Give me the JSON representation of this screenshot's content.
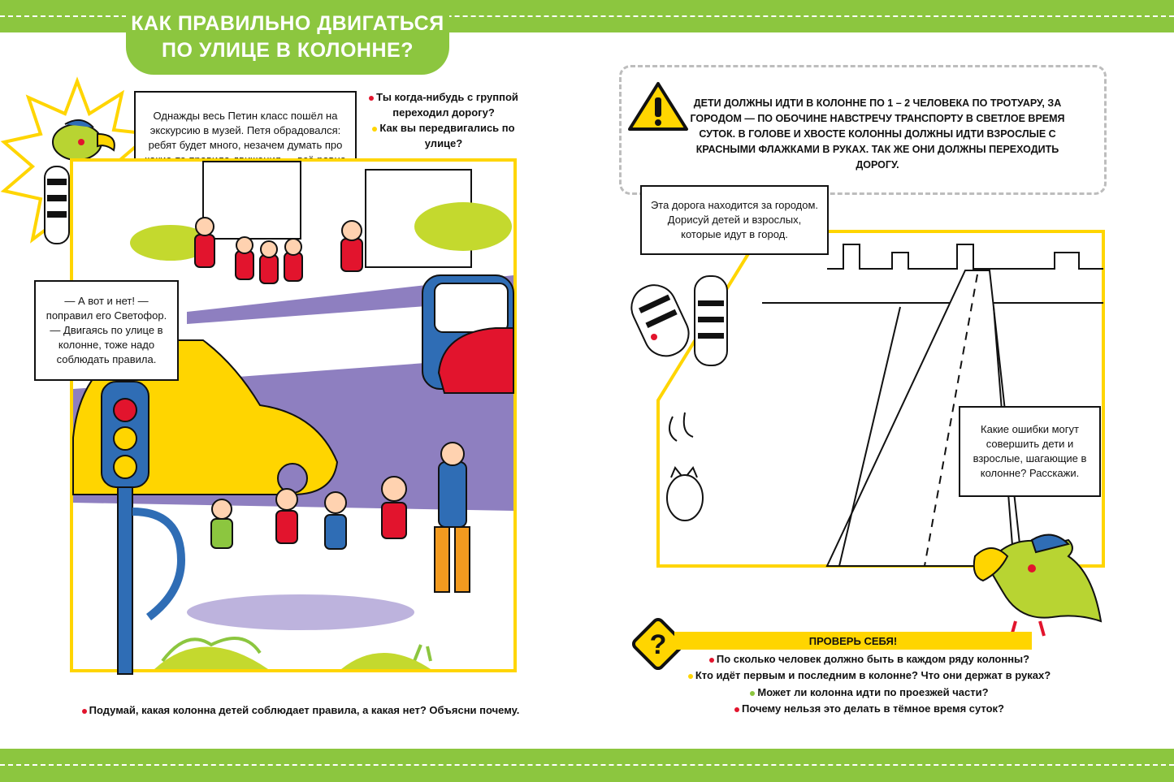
{
  "title": {
    "line1": "Как правильно двигаться",
    "line2": "по улице в колонне?"
  },
  "left_page": {
    "story_bubble": "Однажды весь Петин класс пошёл на экскурсию в музей. Петя обрадовался: ребят будет много, незачем думать про какие-то правила движения — всё равно водители их заметят!",
    "questions": [
      "Ты когда-нибудь с группой переходил дорогу?",
      "Как вы передвигались по улице?"
    ],
    "traffic_bubble": "— А вот и нет! — поправил его Светофор. — Двигаясь по улице в колонне, тоже надо соблюдать правила.",
    "bottom_question": "Подумай, какая колонна детей соблюдает правила, а какая нет? Объясни почему."
  },
  "right_page": {
    "warning": "Дети должны идти в колонне по 1 – 2 человека по тротуару, за городом — по обочине навстречу транспорту в светлое время суток. В голове и хвосте колонны должны идти взрослые с красными флажками в руках. Так же они должны переходить дорогу.",
    "road_bubble": "Эта дорога находится за городом. Дорисуй детей и взрослых, которые идут в город.",
    "mistakes_bubble": "Какие ошибки могут совершить дети и взрослые, шагающие в колонне? Расскажи.",
    "check": {
      "heading": "Проверь себя!",
      "questions": [
        "По сколько человек должно быть в каждом ряду колонны?",
        "Кто идёт первым и последним в колонне? Что они держат в руках?",
        "Может ли колонна идти по проезжей части?",
        "Почему нельзя это делать в тёмное время суток?"
      ]
    }
  },
  "colors": {
    "green": "#8cc63f",
    "yellow": "#ffd500",
    "red": "#e2142d",
    "purple": "#8e7fc0",
    "blue": "#2f6db5"
  },
  "icons": [
    "warning-icon",
    "question-icon",
    "traffic-light-icon",
    "parrot-icon",
    "zebra-icon"
  ]
}
